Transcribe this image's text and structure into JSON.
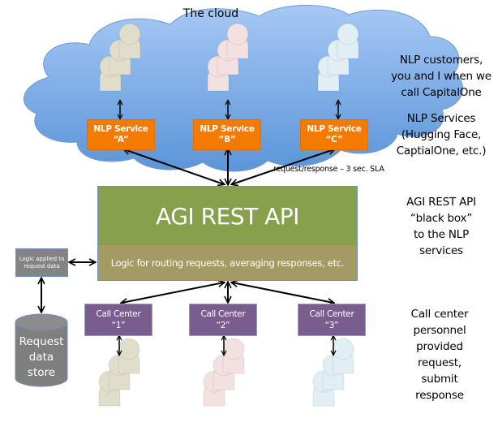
{
  "cloud": {
    "title": "The cloud",
    "color_light": "#a6c8f5",
    "color_dark": "#5b95d8"
  },
  "nlp_services": [
    {
      "label": "NLP Service",
      "id": "“A”",
      "user_color": "#e0ddcb"
    },
    {
      "label": "NLP Service",
      "id": "“B”",
      "user_color": "#f3e0e0"
    },
    {
      "label": "NLP Service",
      "id": "“C”",
      "user_color": "#e1eff5"
    }
  ],
  "sla_label": "request/response – 3 sec. SLA",
  "api": {
    "title": "AGI REST API",
    "logic_label": "Logic for routing requests, averaging responses, etc.",
    "main_color": "#87a04c",
    "logic_color": "#a49a63"
  },
  "request_logic": {
    "label": "Logic applied to request data"
  },
  "data_store": {
    "label_lines": [
      "Request",
      "data",
      "store"
    ],
    "color": "#7f7f7f"
  },
  "call_centers": [
    {
      "label": "Call Center",
      "id": "“1”",
      "user_color": "#e0ddcb"
    },
    {
      "label": "Call Center",
      "id": "“2”",
      "user_color": "#f3e0e0"
    },
    {
      "label": "Call Center",
      "id": "“3”",
      "user_color": "#e1eff5"
    }
  ],
  "side_labels": {
    "customers": [
      "NLP customers,",
      "you and I when we",
      "call CapitalOne"
    ],
    "services": [
      "NLP Services",
      "(Hugging Face,",
      "CaptialOne, etc.)"
    ],
    "api": [
      "AGI REST API",
      "“black box”",
      "to the NLP",
      "services"
    ],
    "call_center": [
      "Call center",
      "personnel",
      "provided",
      "request,",
      "submit",
      "response"
    ]
  },
  "colors": {
    "service_box": "#f47a00",
    "call_center_box": "#7a5c8f",
    "logic_box": "#838383",
    "arrow": "#000000"
  }
}
